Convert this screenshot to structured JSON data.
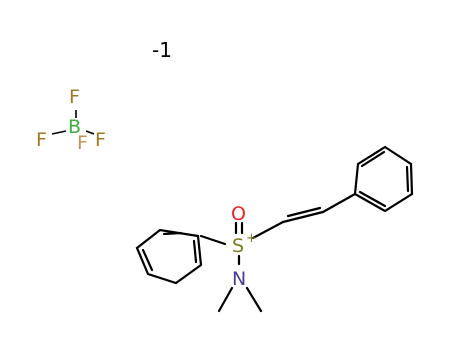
{
  "anion": {
    "charge_text": "-1",
    "boron": {
      "symbol": "B",
      "color": "#3fae3f"
    },
    "fluorines": [
      {
        "symbol": "F",
        "color": "#a07820"
      },
      {
        "symbol": "F",
        "color": "#a07820"
      },
      {
        "symbol": "F",
        "color": "#a07820"
      },
      {
        "symbol": "F",
        "color": "#a07820"
      }
    ]
  },
  "cation": {
    "sulfur": {
      "symbol": "S",
      "charge": "+",
      "color": "#7a7a1e"
    },
    "oxygen": {
      "symbol": "O",
      "color": "#e8262b"
    },
    "nitrogen": {
      "symbol": "N",
      "color": "#4a3d8f"
    }
  },
  "colors": {
    "bond": "#000000"
  }
}
